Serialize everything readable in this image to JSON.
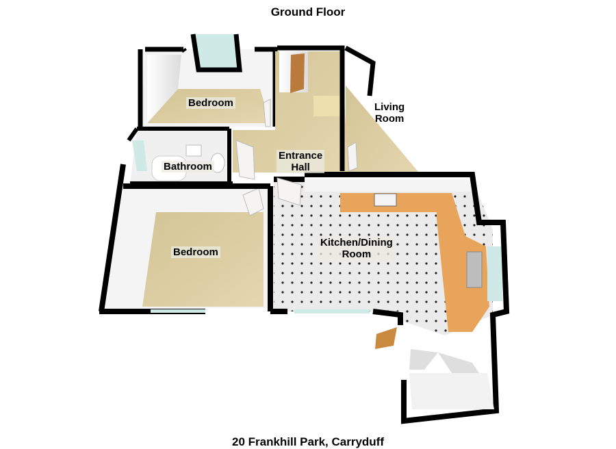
{
  "header": {
    "floor_title": "Ground Floor"
  },
  "footer": {
    "address": "20 Frankhill Park, Carryduff"
  },
  "rooms": [
    {
      "id": "bedroom-1",
      "label": "Bedroom",
      "floor": "carpet"
    },
    {
      "id": "bathroom",
      "label": "Bathroom",
      "floor": "tile"
    },
    {
      "id": "entrance-hall",
      "label": "Entrance Hall",
      "line1": "Entrance",
      "line2": "Hall",
      "floor": "carpet"
    },
    {
      "id": "living-room",
      "label": "Living Room",
      "line1": "Living",
      "line2": "Room",
      "floor": "carpet"
    },
    {
      "id": "bedroom-2",
      "label": "Bedroom",
      "floor": "carpet"
    },
    {
      "id": "kitchen-dining",
      "label": "Kitchen/Dining Room",
      "line1": "Kitchen/Dining",
      "line2": "Room",
      "floor": "dotted-tile"
    }
  ],
  "colors": {
    "wall": "#000000",
    "wall_face": "#f2f2f2",
    "carpet": "#d8c9a0",
    "tile_floor": "#e9e9e9",
    "worktop": "#e8a45a",
    "door_wood": "#b97a3c",
    "window_glass": "#cfe9e6"
  }
}
